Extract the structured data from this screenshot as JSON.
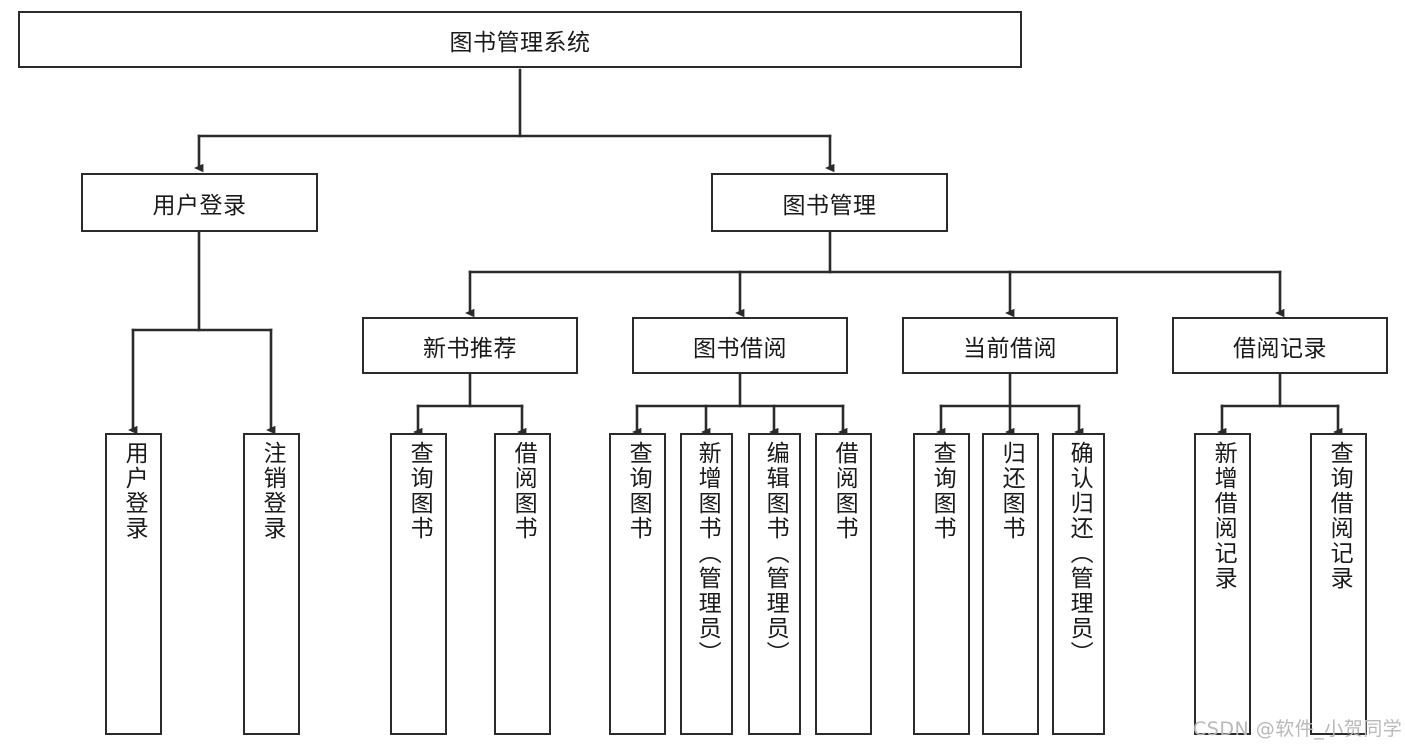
{
  "diagram": {
    "title": "图书管理系统",
    "type": "tree-hierarchy-diagram",
    "root": {
      "label": "图书管理系统"
    },
    "level2": [
      {
        "label": "用户登录"
      },
      {
        "label": "图书管理"
      }
    ],
    "level3": [
      {
        "label": "新书推荐"
      },
      {
        "label": "图书借阅"
      },
      {
        "label": "当前借阅"
      },
      {
        "label": "借阅记录"
      }
    ],
    "leaves": {
      "user_login": [
        {
          "label": "用户登录"
        },
        {
          "label": "注销登录"
        }
      ],
      "new_book_recommend": [
        {
          "label": "查询图书"
        },
        {
          "label": "借阅图书"
        }
      ],
      "book_borrow": [
        {
          "label": "查询图书"
        },
        {
          "label": "新增图书（管理员）"
        },
        {
          "label": "编辑图书（管理员）"
        },
        {
          "label": "借阅图书"
        }
      ],
      "current_borrow": [
        {
          "label": "查询图书"
        },
        {
          "label": "归还图书"
        },
        {
          "label": "确认归还（管理员）"
        }
      ],
      "borrow_record": [
        {
          "label": "新增借阅记录"
        },
        {
          "label": "查询借阅记录"
        }
      ]
    }
  },
  "watermark": {
    "text": "CSDN @软件_小贺同学"
  },
  "colors": {
    "border": "#2b2b2b",
    "text": "#1a1a1a",
    "background": "#ffffff",
    "watermark": "#b9b9b9"
  }
}
